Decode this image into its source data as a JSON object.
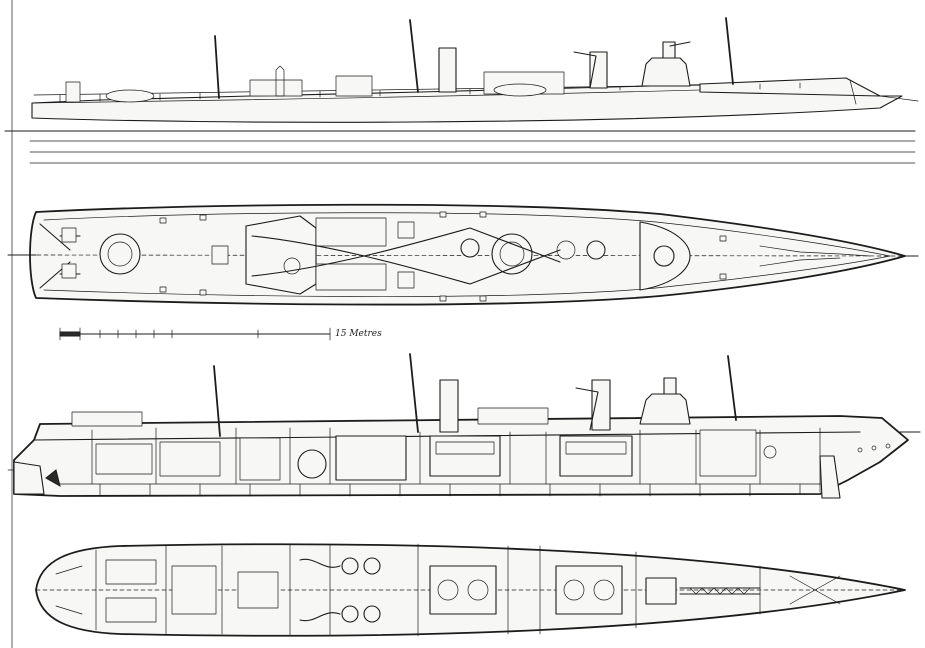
{
  "drawing": {
    "scale_label": "15 Metres",
    "colors": {
      "ink": "#1c1c1c",
      "paper": "#ffffff"
    },
    "views": [
      "side-elevation",
      "deck-plan",
      "inboard-profile",
      "hold-plan"
    ]
  }
}
